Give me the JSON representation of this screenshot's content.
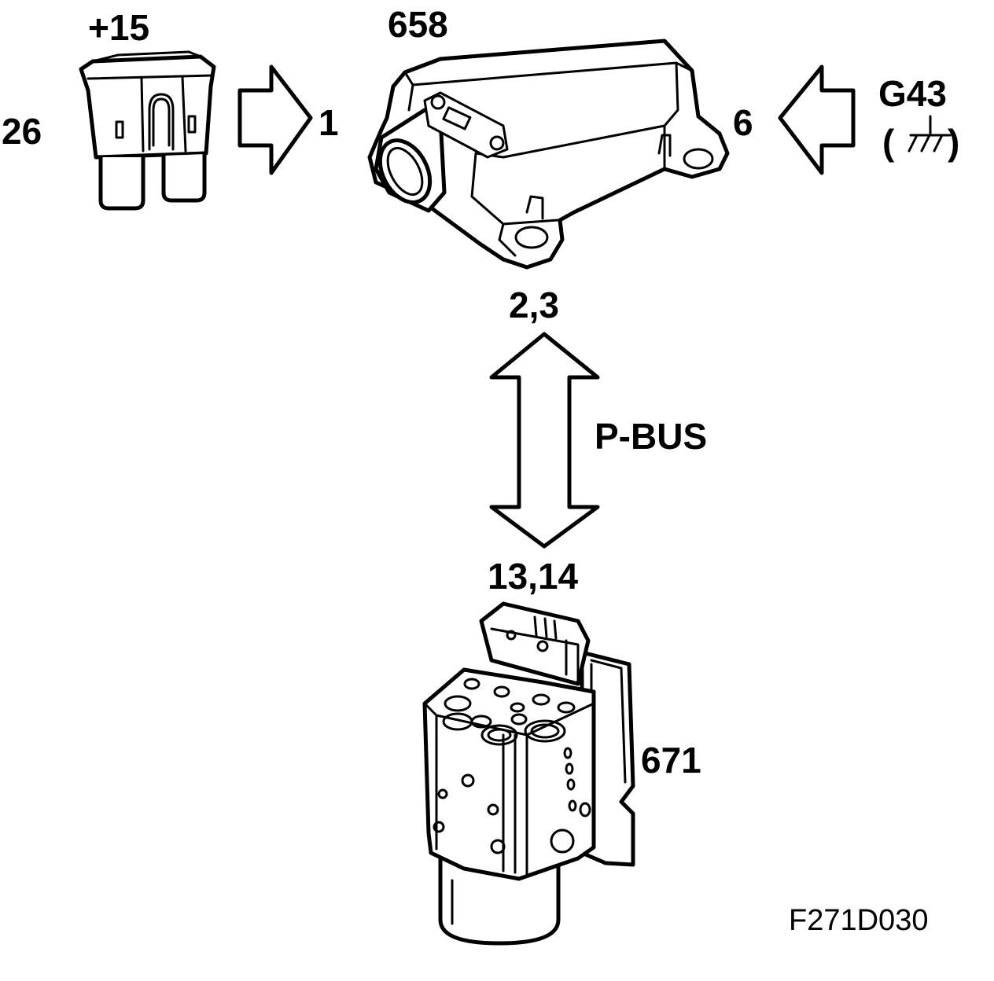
{
  "labels": {
    "fuse_supply": "+15",
    "fuse_number": "26",
    "pin_supply": "1",
    "control_module": "658",
    "pin_ground": "6",
    "ground_point": "G43",
    "ground_symbol_open": "(",
    "ground_symbol_close": ")",
    "pins_module": "2,3",
    "bus_name": "P-BUS",
    "pins_abs": "13,14",
    "abs_unit": "671",
    "figure_ref": "F271D030"
  },
  "icons": {
    "fuse": "blade-fuse-icon",
    "module": "control-module-icon",
    "abs": "abs-hydraulic-unit-icon",
    "ground": "ground-symbol-icon"
  },
  "colors": {
    "ink": "#000000",
    "background": "#ffffff"
  }
}
